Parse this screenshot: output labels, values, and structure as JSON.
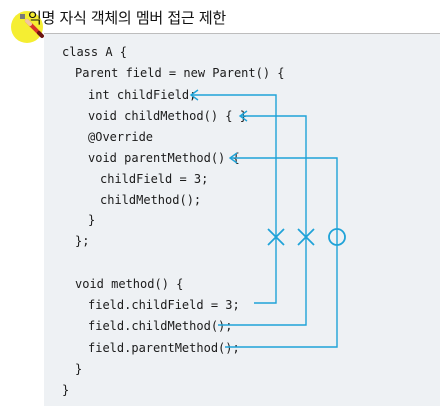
{
  "heading": {
    "title": "익명 자식 객체의 멤버 접근 제한"
  },
  "code": {
    "lines": [
      "class A {",
      "Parent field = new Parent() {",
      "int childField;",
      "void childMethod() { }",
      "@Override",
      "void parentMethod() {",
      "childField = 3;",
      "childMethod();",
      "}",
      "};",
      "void method() {",
      "field.childField = 3;",
      "field.childMethod();",
      "field.parentMethod();",
      "}",
      "}"
    ]
  },
  "annotations": {
    "marks": [
      "not-allowed-x",
      "not-allowed-x",
      "allowed-circle"
    ],
    "line_color": "#1fa3d8"
  }
}
